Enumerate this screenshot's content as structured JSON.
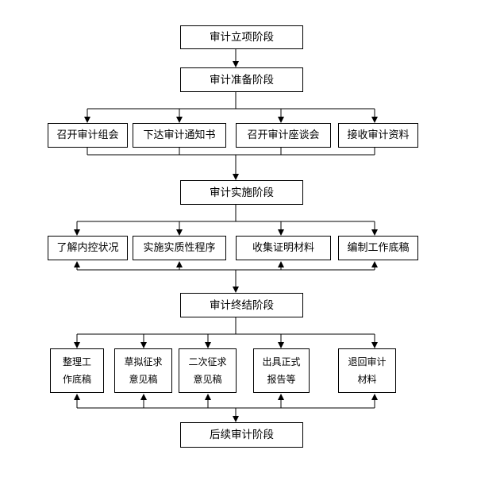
{
  "stages": {
    "s1": "审计立项阶段",
    "s2": "审计准备阶段",
    "s3": "审计实施阶段",
    "s4": "审计终结阶段",
    "s5": "后续审计阶段"
  },
  "prep_steps": [
    "召开审计组会",
    "下达审计通知书",
    "召开审计座谈会",
    "接收审计资料"
  ],
  "impl_steps": [
    "了解内控状况",
    "实施实质性程序",
    "收集证明材料",
    "编制工作底稿"
  ],
  "final_steps": [
    [
      "整理工",
      "作底稿"
    ],
    [
      "草拟征求",
      "意见稿"
    ],
    [
      "二次征求",
      "意见稿"
    ],
    [
      "出具正式",
      "报告等"
    ],
    [
      "退回审计",
      "材料"
    ]
  ]
}
